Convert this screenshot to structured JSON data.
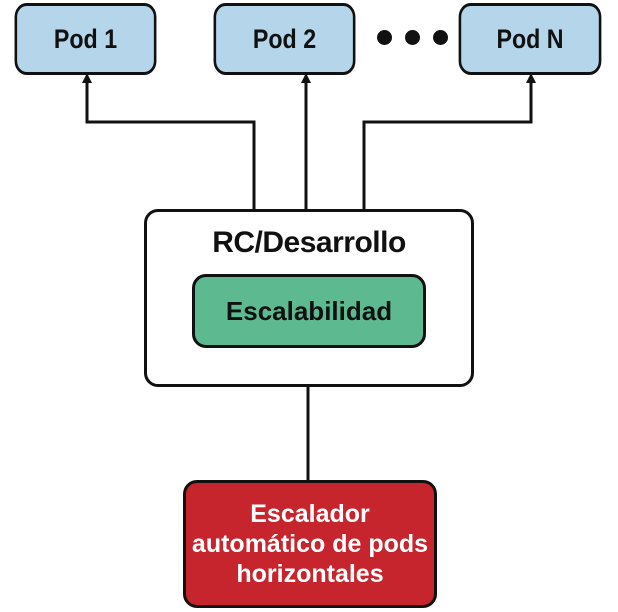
{
  "pods": [
    {
      "label": "Pod 1"
    },
    {
      "label": "Pod 2"
    },
    {
      "label": "Pod N"
    }
  ],
  "ellipsis": "•••",
  "controller": {
    "title": "RC/Desarrollo",
    "inner_label": "Escalabilidad"
  },
  "autoscaler": {
    "lines": [
      "Escalador",
      "automático de pods",
      "horizontales"
    ]
  },
  "colors": {
    "pod_fill": "#b5d5eb",
    "scaling_fill": "#5db98f",
    "autoscaler_fill": "#c7252d",
    "stroke": "#111111"
  }
}
